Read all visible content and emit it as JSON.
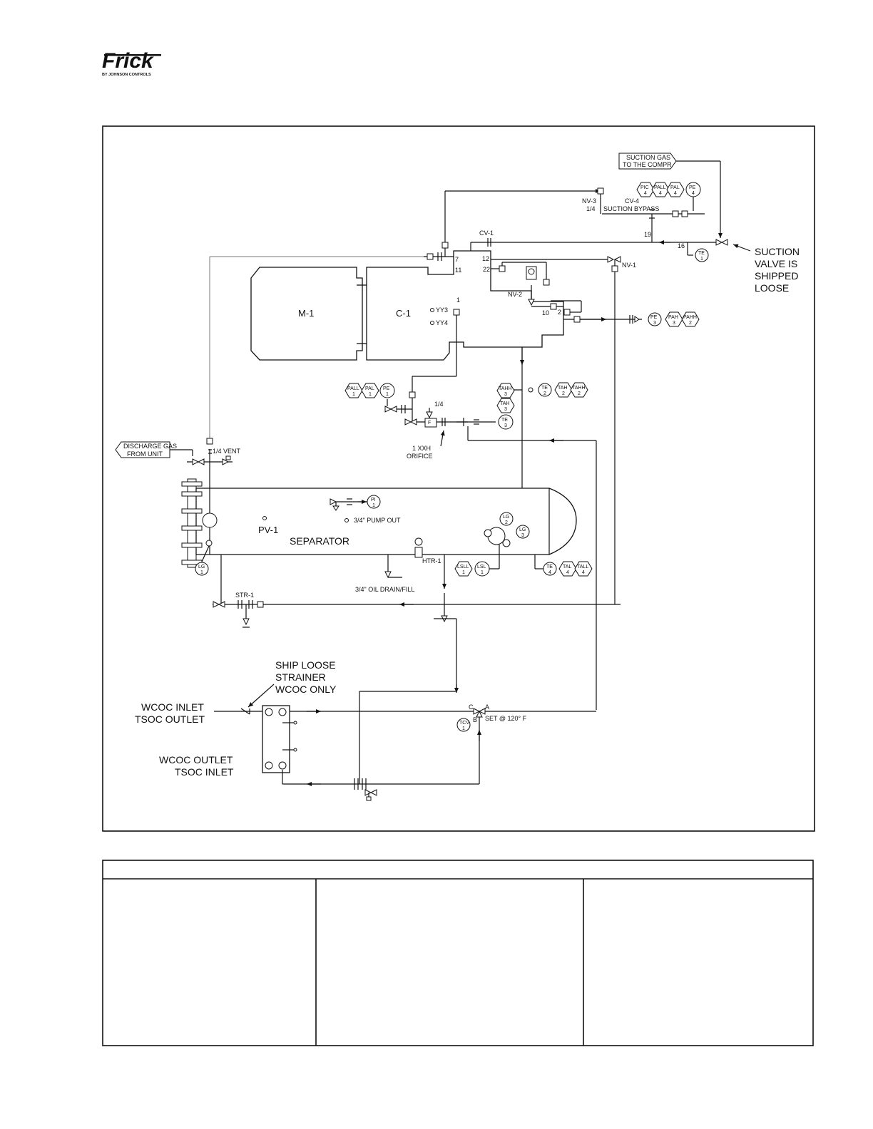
{
  "brand": {
    "name": "Frick",
    "tagline": "BY JOHNSON CONTROLS"
  },
  "equipment": {
    "motor": "M-1",
    "compressor": "C-1",
    "separator_tag": "PV-1",
    "separator": "SEPARATOR",
    "heater": "HTR-1",
    "strainer": "STR-1"
  },
  "labels": {
    "suction_gas": [
      "SUCTION GAS",
      "TO THE COMPR"
    ],
    "discharge_gas": [
      "DISCHARGE GAS",
      "FROM UNIT"
    ],
    "suction_valve": [
      "SUCTION",
      "VALVE IS",
      "SHIPPED",
      "LOOSE"
    ],
    "nv3": "NV-3",
    "quarter": "1/4",
    "cv4": "CV-4",
    "suction_bypass": "SUCTION BYPASS",
    "cv1": "CV-1",
    "nv1": "NV-1",
    "nv2": "NV-2",
    "yy3": "YY3",
    "yy4": "YY4",
    "vent": "1/4 VENT",
    "orifice": [
      "1 XXH",
      "ORIFICE"
    ],
    "orifice_size": "1/4",
    "pump_out": "3/4\" PUMP OUT",
    "oil_drain": "3/4\" OIL DRAIN/FILL",
    "ship_loose": [
      "SHIP LOOSE",
      "STRAINER",
      "WCOC ONLY"
    ],
    "wcoc_inlet": [
      "WCOC INLET",
      "TSOC OUTLET"
    ],
    "wcoc_outlet": [
      "WCOC OUTLET",
      "TSOC INLET"
    ],
    "port_c": "C",
    "port_a": "A",
    "port_b": "B",
    "tcv_set": "SET @ 120° F"
  },
  "ports": [
    "7",
    "11",
    "12",
    "22",
    "10",
    "2",
    "1",
    "19",
    "16"
  ],
  "instruments": {
    "pic4": [
      "PIC",
      "4"
    ],
    "pall4": [
      "PALL",
      "4"
    ],
    "pal4": [
      "PAL",
      "4"
    ],
    "pe4": [
      "PE",
      "4"
    ],
    "te1": [
      "TE",
      "1"
    ],
    "pe3": [
      "PE",
      "3"
    ],
    "pah3": [
      "PAH",
      "3"
    ],
    "pahh2": [
      "PAHH",
      "2"
    ],
    "pall1": [
      "PALL",
      "1"
    ],
    "pal1": [
      "PAL",
      "1"
    ],
    "pe1": [
      "PE",
      "1"
    ],
    "tahh3": [
      "TAHH",
      "3"
    ],
    "tah3": [
      "TAH",
      "3"
    ],
    "te3": [
      "TE",
      "3"
    ],
    "te2": [
      "TE",
      "2"
    ],
    "tah2": [
      "TAH",
      "2"
    ],
    "tahh2": [
      "TAHH",
      "2"
    ],
    "pi1": [
      "PI",
      "1"
    ],
    "lg2": [
      "LG",
      "2"
    ],
    "lg3": [
      "LG",
      "3"
    ],
    "lg1": [
      "LG",
      "1"
    ],
    "lsll1": [
      "LSLL",
      "1"
    ],
    "lsl1": [
      "LSL",
      "1"
    ],
    "te4": [
      "TE",
      "4"
    ],
    "tal4": [
      "TAL",
      "4"
    ],
    "tall4": [
      "TALL",
      "4"
    ],
    "tcv1": [
      "TCV",
      "1"
    ]
  }
}
